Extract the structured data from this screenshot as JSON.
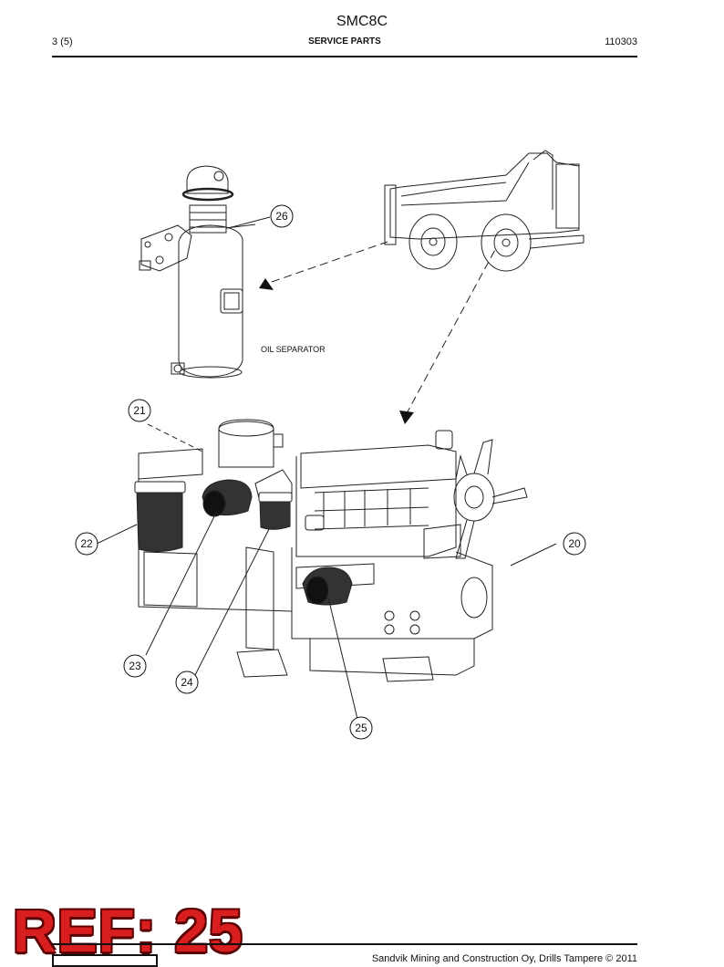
{
  "header": {
    "model": "SMC8C",
    "page": "3 (5)",
    "section": "SERVICE PARTS",
    "doc_number": "110303"
  },
  "callouts": {
    "c20": "20",
    "c21": "21",
    "c22": "22",
    "c23": "23",
    "c24": "24",
    "c25": "25",
    "c26": "26"
  },
  "labels": {
    "oil_separator": "OIL SEPARATOR"
  },
  "footer": {
    "copyright": "Sandvik Mining and Construction Oy, Drills Tampere © 2011"
  },
  "stamp": {
    "ref": "REF: 25"
  }
}
